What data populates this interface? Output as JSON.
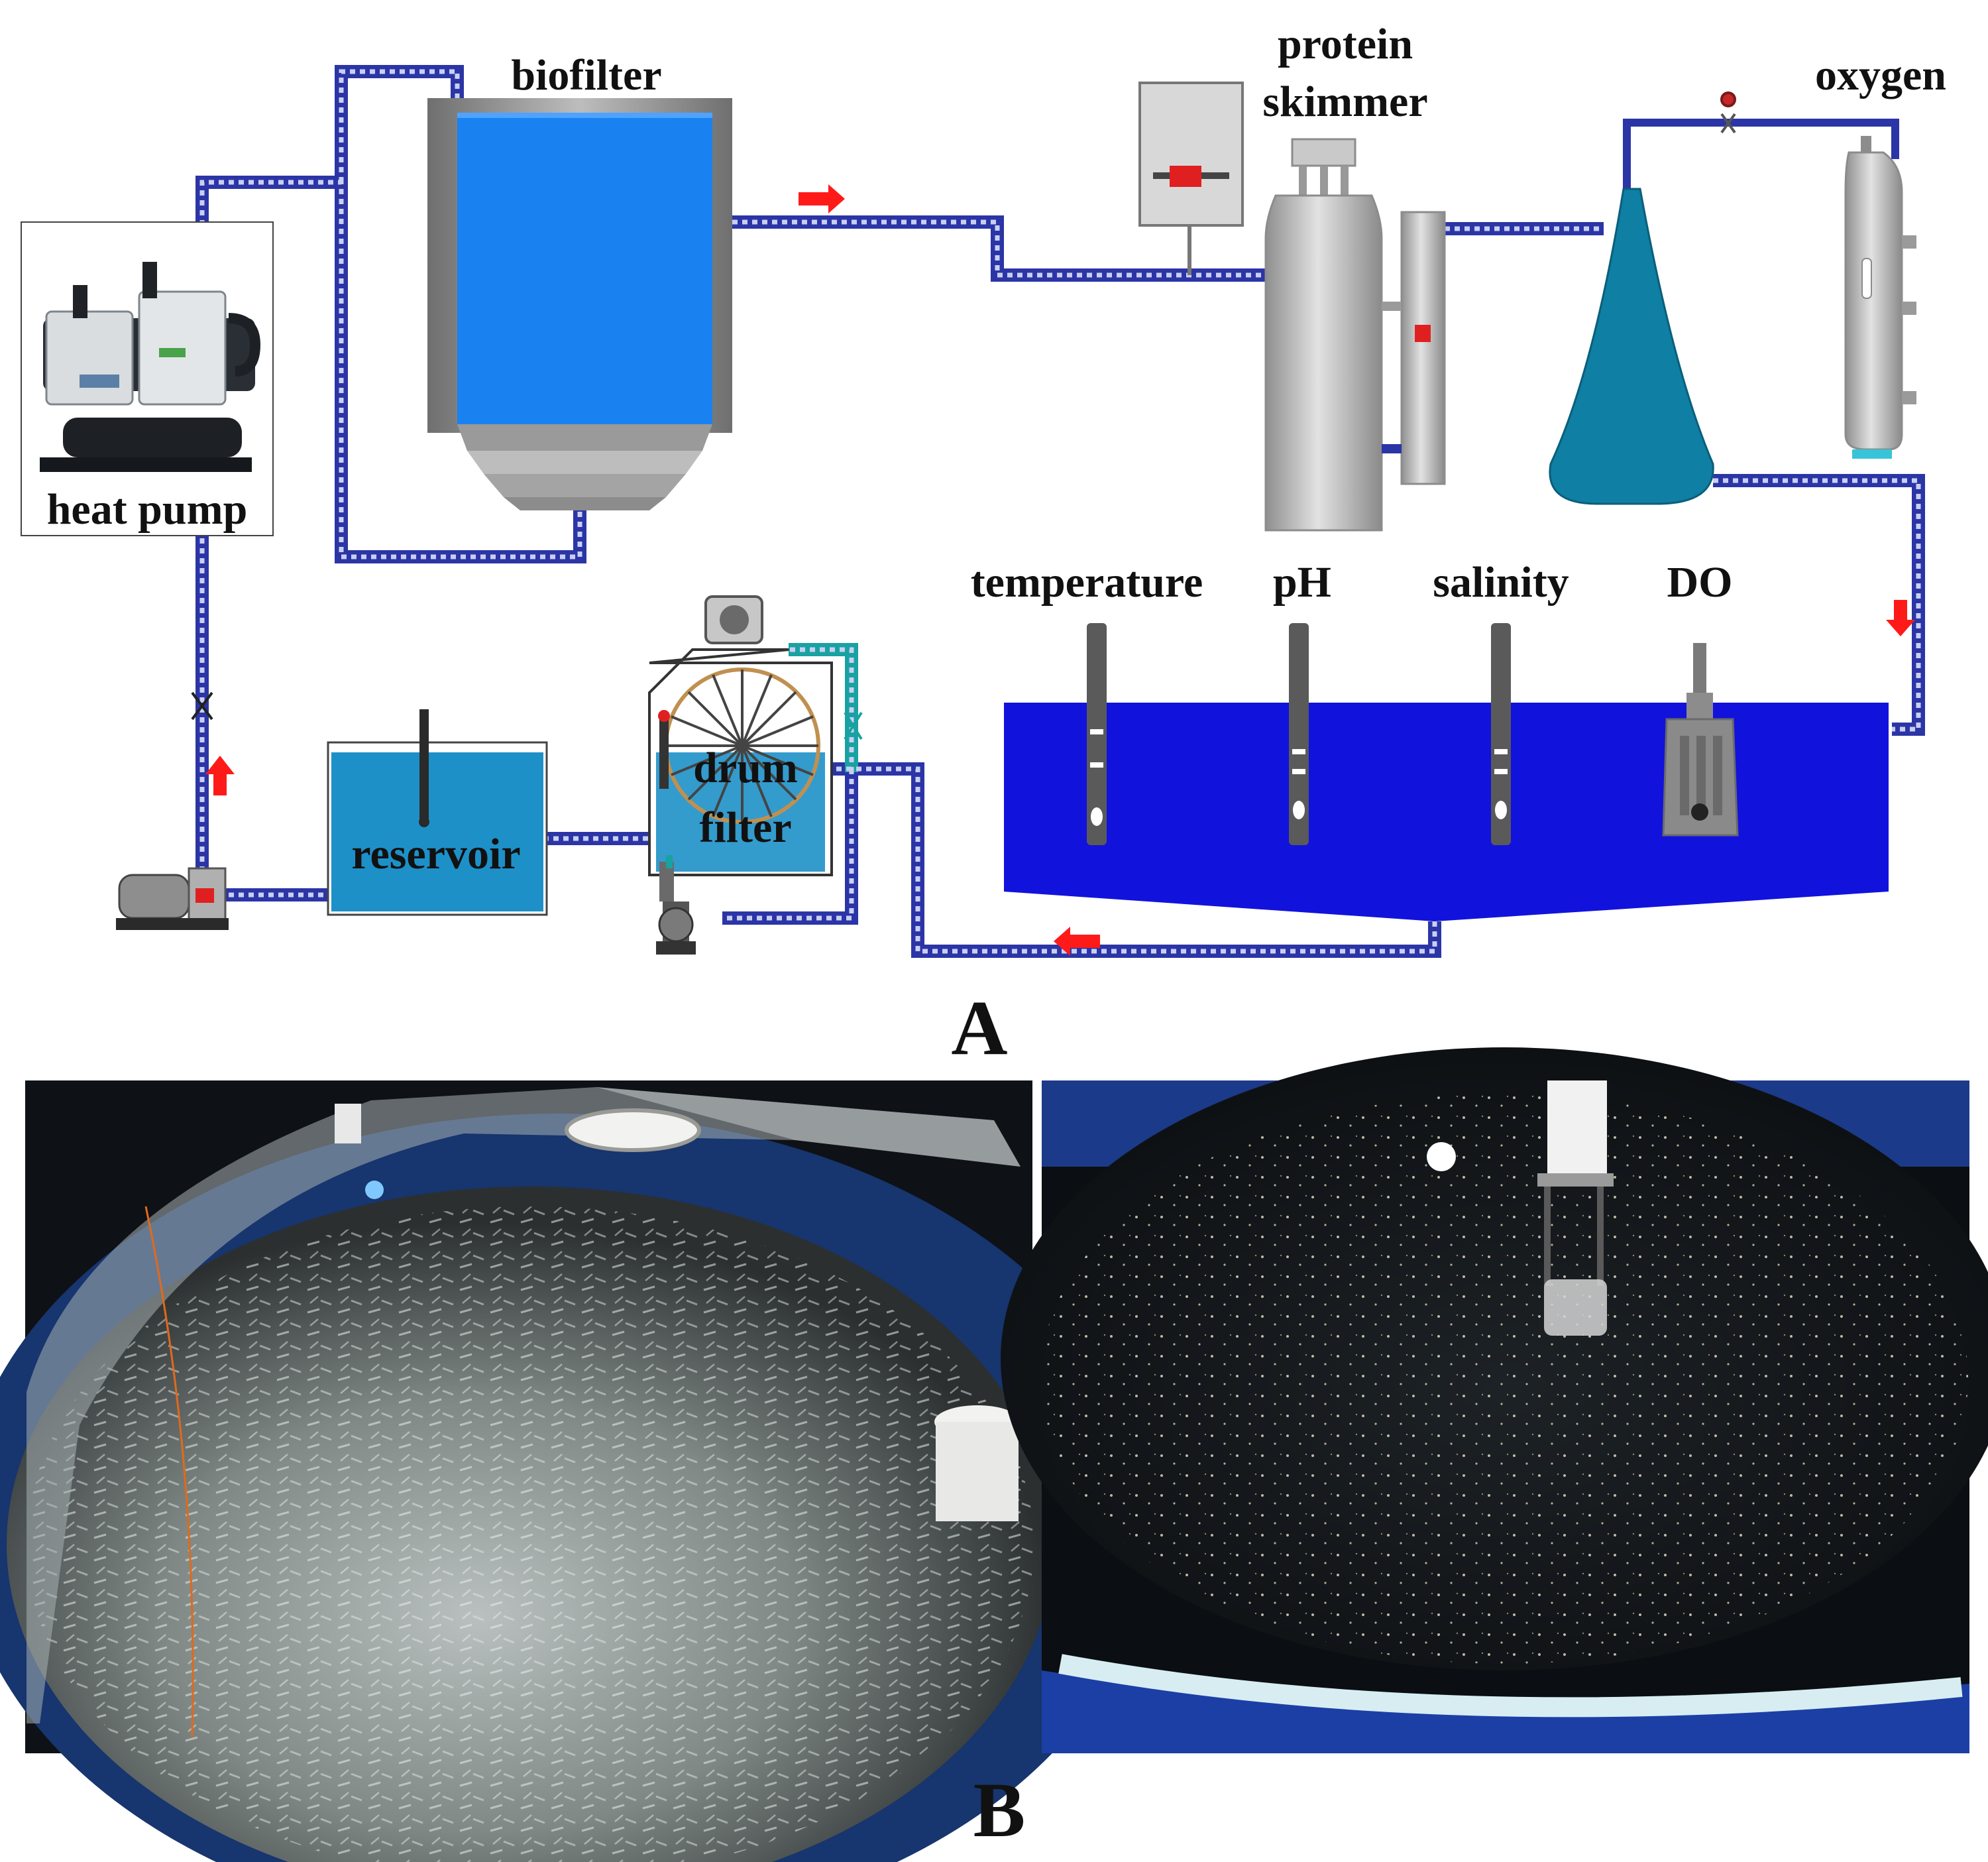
{
  "diagram": {
    "labels": {
      "heat_pump": "heat pump",
      "biofilter": "biofilter",
      "protein_line1": "protein",
      "protein_line2": "skimmer",
      "oxygen": "oxygen",
      "temperature": "temperature",
      "ph": "pH",
      "salinity": "salinity",
      "do": "DO",
      "reservoir": "reservoir",
      "drum_line1": "drum",
      "drum_line2": "filter"
    },
    "panel_a": "A",
    "panel_b": "B"
  },
  "colors": {
    "pipe": "#2b35a6",
    "pipe_inner": "#c9cff2",
    "biofilter_water": "#1a82f0",
    "tank_water": "#1212dd",
    "reservoir_water": "#1e90c8",
    "oxygen_cone": "#0f7fa3",
    "flow_arrow": "#ff1a1a",
    "steel": "#b8b8b8"
  },
  "photos": {
    "left": "tank-with-fish-photo",
    "right": "tank-dark-water-photo"
  }
}
